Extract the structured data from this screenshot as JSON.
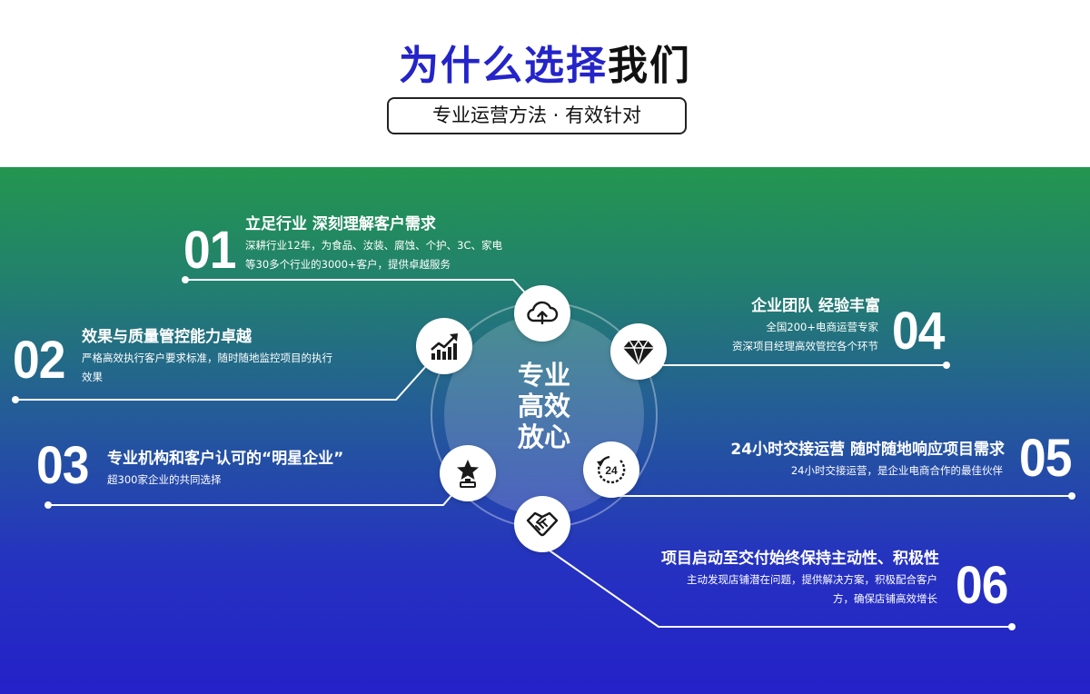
{
  "header": {
    "title_blue": "为什么选择",
    "title_black": "我们",
    "subtitle": "专业运营方法 · 有效针对"
  },
  "center": {
    "line1": "专业",
    "line2": "高效",
    "line3": "放心"
  },
  "items": [
    {
      "num": "01",
      "title": "立足行业 深刻理解客户需求",
      "desc1": "深耕行业12年，为食品、汝装、腐蚀、个护、3C、家电",
      "desc2": "等30多个行业的3000+客户，提供卓越服务",
      "icon": "cloud-upload-icon"
    },
    {
      "num": "02",
      "title": "效果与质量管控能力卓越",
      "desc1": "严格高效执行客户要求标准，随时随地监控项目的执行",
      "desc2": "效果",
      "icon": "growth-chart-icon"
    },
    {
      "num": "03",
      "title": "专业机构和客户认可的“明星企业”",
      "desc1": "超300家企业的共同选择",
      "icon": "star-trophy-icon"
    },
    {
      "num": "04",
      "title": "企业团队 经验丰富",
      "desc1": "全国200+电商运营专家",
      "desc2": "资深项目经理高效管控各个环节",
      "icon": "diamond-icon"
    },
    {
      "num": "05",
      "title": "24小时交接运营 随时随地响应项目需求",
      "desc1": "24小时交接运营，是企业电商合作的最佳伙伴",
      "icon": "24-hours-icon"
    },
    {
      "num": "06",
      "title": "项目启动至交付始终保持主动性、积极性",
      "desc1": "主动发现店铺潜在问题，提供解决方案，积极配合客户",
      "desc2": "方，确保店铺高效增长",
      "icon": "handshake-icon"
    }
  ],
  "icon_24_label": "24",
  "colors": {
    "title_blue": "#2424c9",
    "band_top": "#23964f",
    "band_bottom": "#2421c8",
    "icon_dark": "#1a1a1a"
  }
}
